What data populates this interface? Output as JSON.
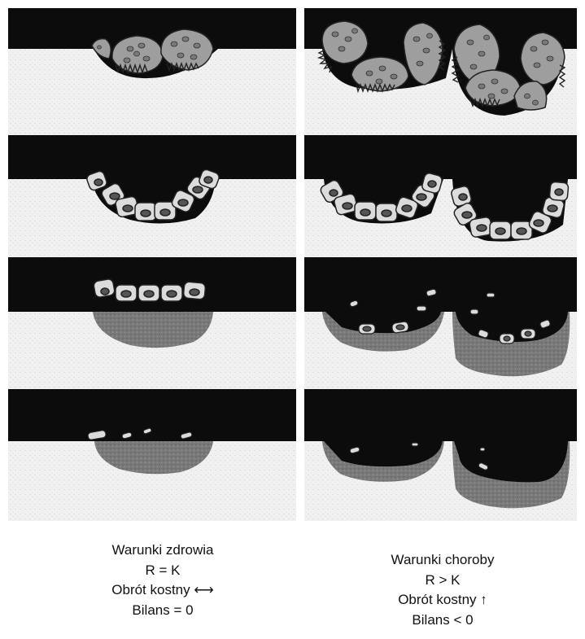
{
  "captions": {
    "health": {
      "title": "Warunki zdrowia",
      "ratio": "R = K",
      "turnover": "Obrót kostny ⟷",
      "balance": "Bilans = 0"
    },
    "disease": {
      "title": "Warunki choroby",
      "ratio": "R > K",
      "turnover": "Obrót kostny ↑",
      "balance": "Bilans < 0"
    }
  },
  "colors": {
    "background_dark": "#0c0c0c",
    "bone_light": "#efefef",
    "new_bone_dark": "#777777",
    "osteoclast": "#9e9e9e",
    "osteoblast_body": "#dcdcdc",
    "nucleus": "#555555",
    "frame": "#ffffff"
  }
}
